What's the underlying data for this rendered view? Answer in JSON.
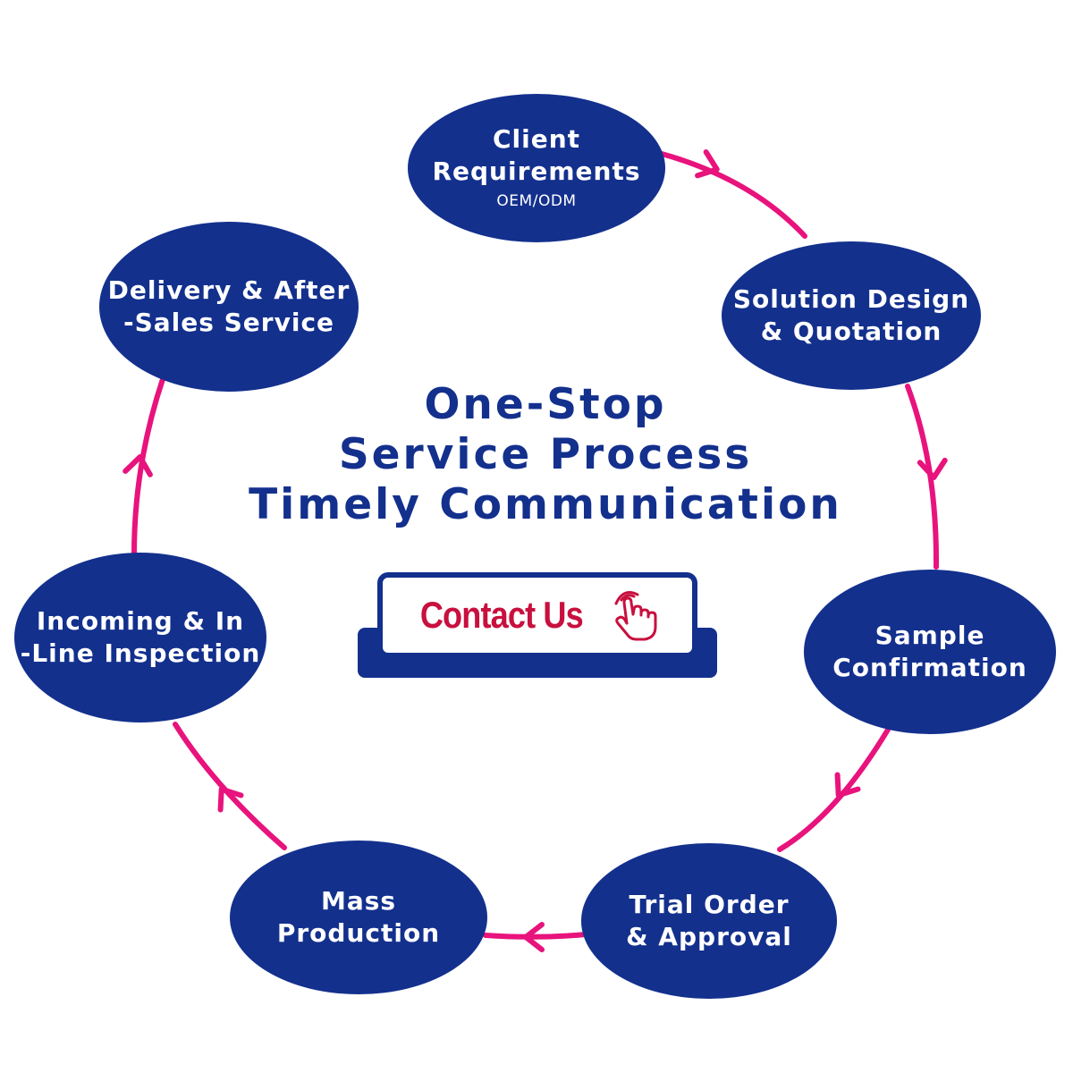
{
  "colors": {
    "node_fill": "#13308d",
    "node_text": "#ffffff",
    "cycle_line": "#e8137c",
    "title": "#13308d",
    "contact_text": "#c8103e",
    "contact_frame": "#13308d",
    "hand_icon": "#c8103e"
  },
  "title_lines": [
    "One-Stop",
    "Service Process",
    "Timely Communication"
  ],
  "steps": [
    {
      "lines": [
        "Client",
        "Requirements"
      ],
      "sub": "OEM/ODM"
    },
    {
      "lines": [
        "Solution Design",
        "& Quotation"
      ]
    },
    {
      "lines": [
        "Sample",
        "Confirmation"
      ]
    },
    {
      "lines": [
        "Trial Order",
        "& Approval"
      ]
    },
    {
      "lines": [
        "Mass",
        "Production"
      ]
    },
    {
      "lines": [
        "Incoming & In",
        "-Line Inspection"
      ]
    },
    {
      "lines": [
        "Delivery & After",
        "-Sales Service"
      ]
    }
  ],
  "contact_button": {
    "label": "Contact Us",
    "icon": "pointing-hand-icon"
  }
}
